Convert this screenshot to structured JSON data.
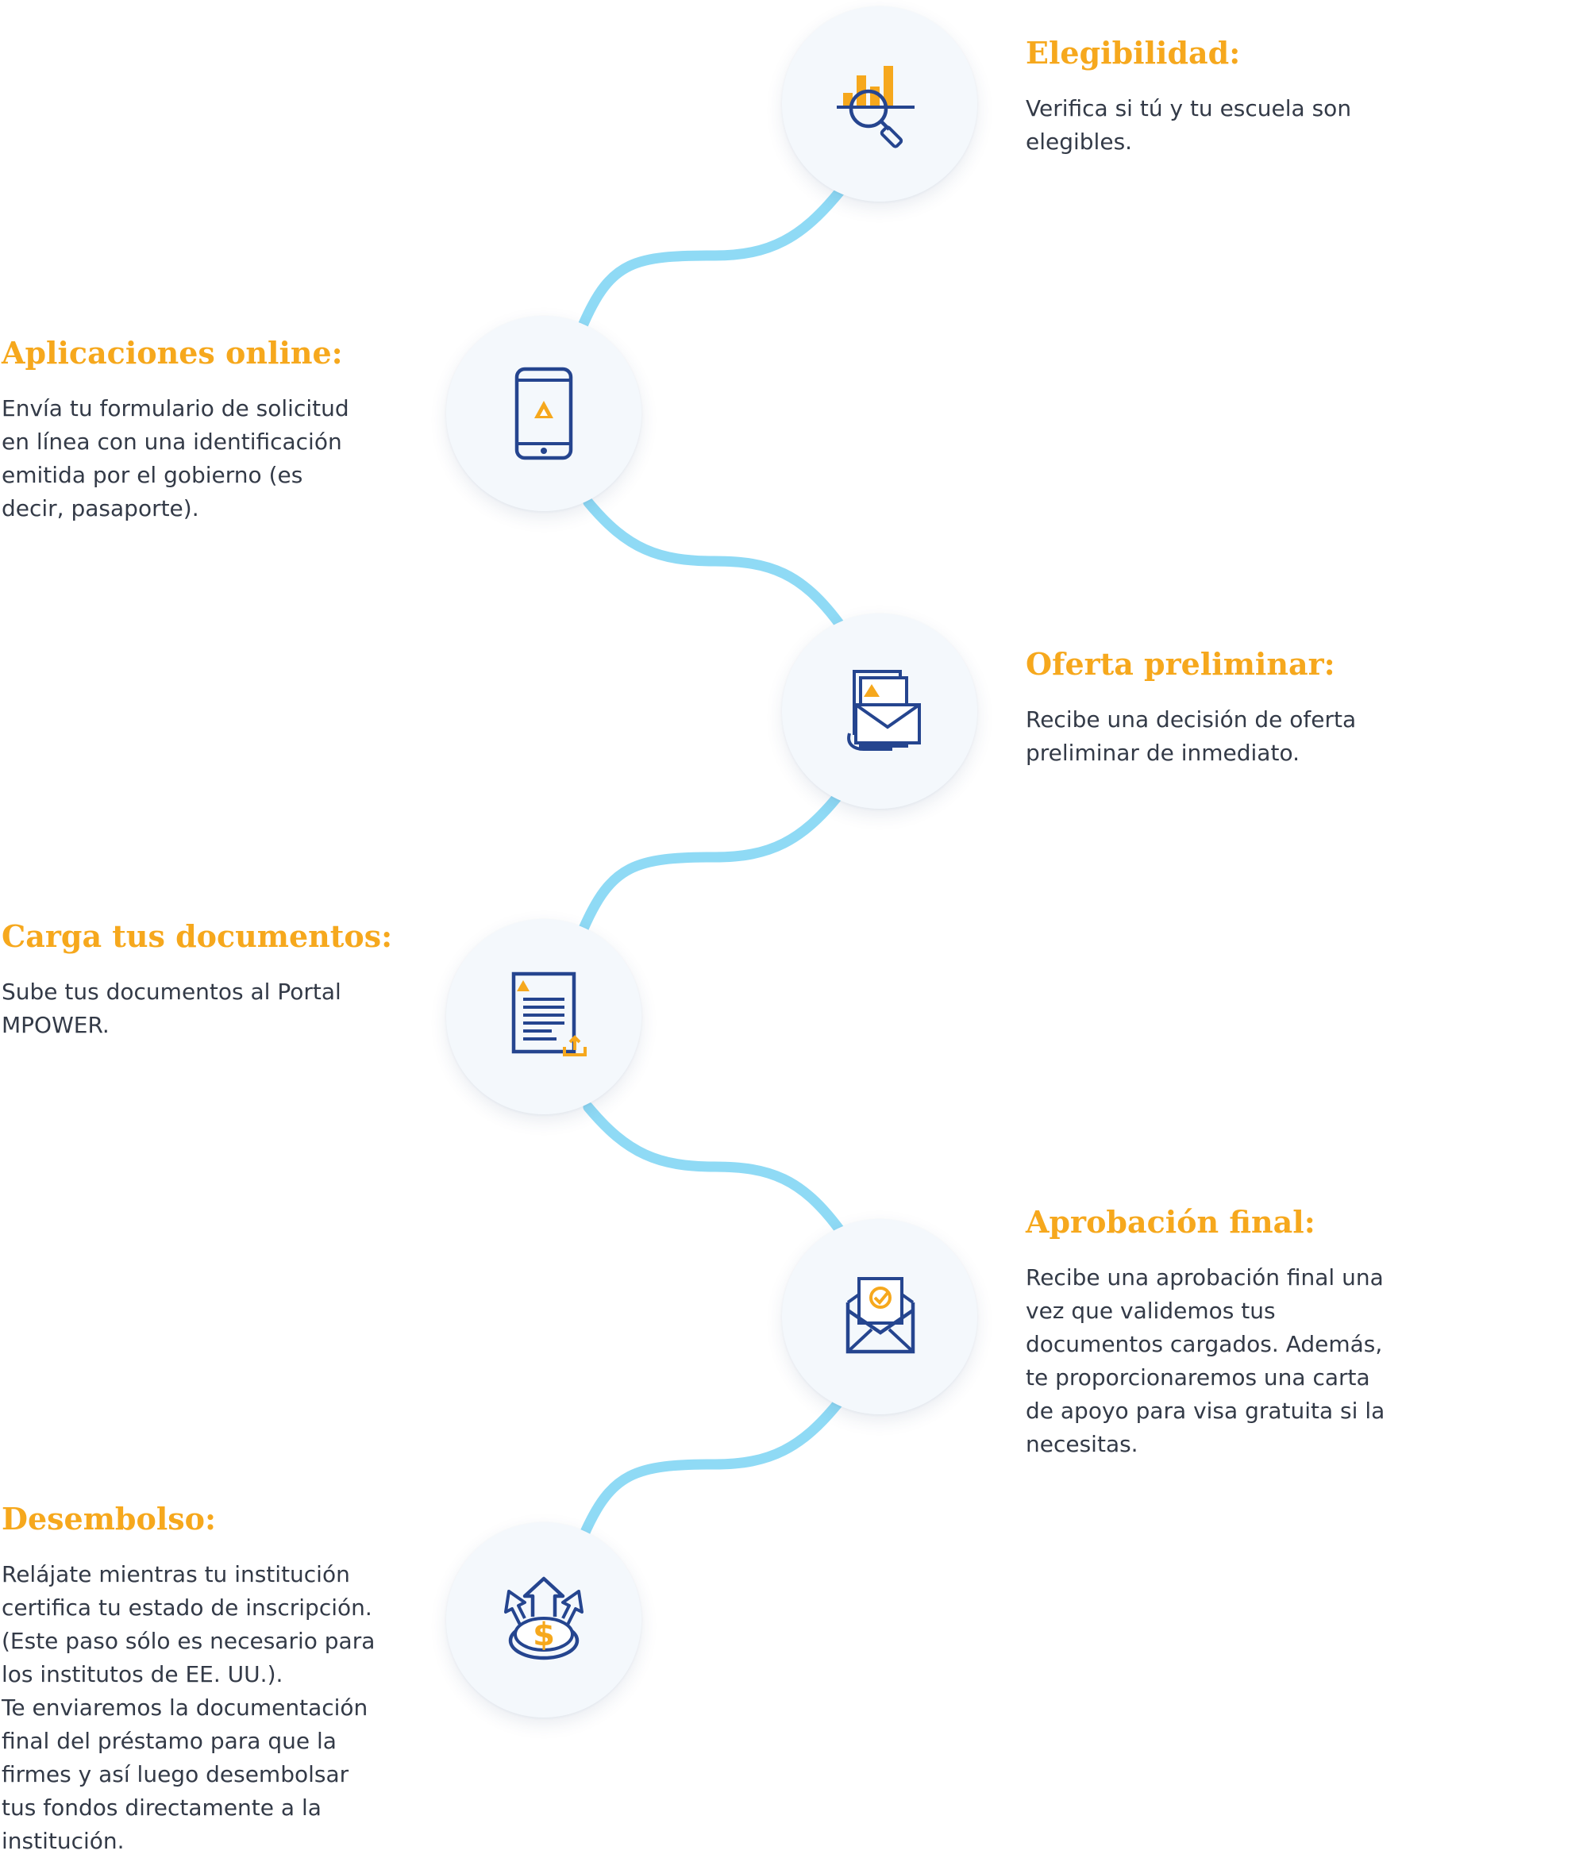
{
  "colors": {
    "title": "#f6a81d",
    "text": "#333a47",
    "connector": "#8fdaf5",
    "icon_primary": "#25458f",
    "icon_accent": "#f6a81d",
    "circle_fill": "#f4f8fc"
  },
  "steps": [
    {
      "title": "Elegibilidad:",
      "description": "Verifica si tú y tu escuela son\nelegibles.",
      "icon": "magnifier-chart-icon"
    },
    {
      "title": "Aplicaciones online:",
      "description": "Envía tu formulario de solicitud\nen línea con una identificación\nemitida por el gobierno (es\ndecir, pasaporte).",
      "icon": "smartphone-icon"
    },
    {
      "title": "Oferta preliminar:",
      "description": "Recibe una decisión de oferta\npreliminar de inmediato.",
      "icon": "document-envelope-icon"
    },
    {
      "title": "Carga tus documentos:",
      "description": "Sube tus documentos al Portal\nMPOWER.",
      "icon": "document-upload-icon"
    },
    {
      "title": "Aprobación final:",
      "description": "Recibe una aprobación final una\nvez que validemos tus\ndocumentos cargados. Además,\nte proporcionaremos una carta\nde apoyo para visa gratuita si la\nnecesitas.",
      "icon": "envelope-check-icon"
    },
    {
      "title": "Desembolso:",
      "description": "Relájate mientras tu institución\ncertifica tu estado de inscripción.\n(Este paso sólo es necesario para\nlos institutos de EE. UU.).\nTe enviaremos la documentación\nfinal del préstamo para que la\nfirmes y  así luego desembolsar\ntus fondos directamente a la\ninstitución.",
      "icon": "money-arrows-icon"
    }
  ]
}
